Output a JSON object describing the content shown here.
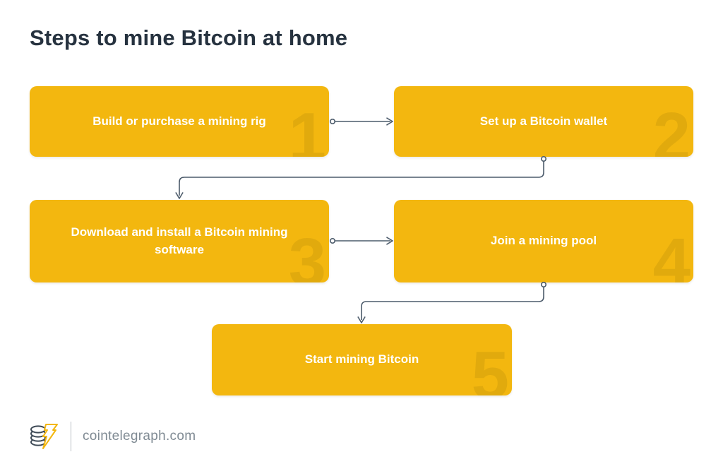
{
  "title": "Steps to mine Bitcoin at home",
  "steps": [
    {
      "number": "1",
      "label": "Build or purchase a mining rig"
    },
    {
      "number": "2",
      "label": "Set up a Bitcoin wallet"
    },
    {
      "number": "3",
      "label": "Download and install a Bitcoin mining software"
    },
    {
      "number": "4",
      "label": "Join a mining pool"
    },
    {
      "number": "5",
      "label": "Start mining Bitcoin"
    }
  ],
  "footer": {
    "site": "cointelegraph.com",
    "logo": "cointelegraph-coin-stack-with-lightning-bolt"
  },
  "colors": {
    "box_fill": "#F3B70F",
    "box_number": "#E2AA0E",
    "box_text": "#FFFFFF",
    "connector": "#4C5B6B",
    "title_text": "#26323F",
    "footer_text": "#7F8A93"
  }
}
